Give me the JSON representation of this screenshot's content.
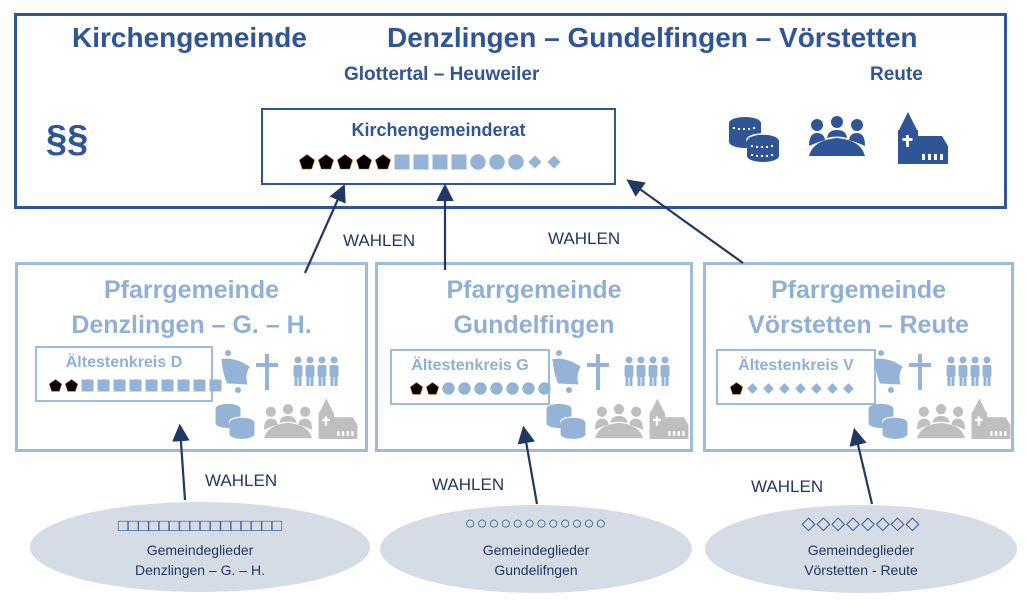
{
  "header": {
    "title_left": "Kirchengemeinde",
    "title_right": "Denzlingen – Gundelfingen – Vörstetten",
    "subtitle_left": "Glottertal – Heuweiler",
    "subtitle_right": "Reute",
    "paragraph_symbol": "§§",
    "icons": [
      "coins-icon",
      "meeting-icon",
      "church-icon"
    ]
  },
  "council": {
    "title": "Kirchengemeinderat",
    "members": [
      {
        "shape": "pentagon",
        "count": 5,
        "color": "#000000"
      },
      {
        "shape": "square",
        "count": 4,
        "color": "#95b3d7"
      },
      {
        "shape": "circle",
        "count": 3,
        "color": "#95b3d7"
      },
      {
        "shape": "diamond",
        "count": 2,
        "color": "#95b3d7"
      }
    ]
  },
  "elect_label": "WAHLEN",
  "parishes": [
    {
      "title_line1": "Pfarrgemeinde",
      "title_line2": "Denzlingen – G. – H.",
      "elders_title": "Ältestenkreis D",
      "elders": [
        {
          "shape": "pentagon",
          "count": 2,
          "color": "#000000"
        },
        {
          "shape": "square",
          "count": 9,
          "color": "#95b3d7"
        }
      ],
      "members_symbols": "□□□□□□□□□□□□□□□□",
      "members_line1": "Gemeindeglieder",
      "members_line2": "Denzlingen – G. – H.",
      "wahlen_label": "WAHLEN"
    },
    {
      "title_line1": "Pfarrgemeinde",
      "title_line2": "Gundelfingen",
      "elders_title": "Ältestenkreis G",
      "elders": [
        {
          "shape": "pentagon",
          "count": 2,
          "color": "#000000"
        },
        {
          "shape": "circle",
          "count": 7,
          "color": "#95b3d7"
        }
      ],
      "members_symbols": "○○○○○○○○○○○○",
      "members_line1": "Gemeindeglieder",
      "members_line2": "Gundelifngen",
      "wahlen_label": "WAHLEN"
    },
    {
      "title_line1": "Pfarrgemeinde",
      "title_line2": "Vörstetten – Reute",
      "elders_title": "Ältestenkreis V",
      "elders": [
        {
          "shape": "pentagon",
          "count": 1,
          "color": "#000000"
        },
        {
          "shape": "diamond",
          "count": 7,
          "color": "#95b3d7"
        }
      ],
      "members_symbols": "◇◇◇◇◇◇◇◇",
      "members_line1": "Gemeindeglieder",
      "members_line2": "Vörstetten - Reute",
      "wahlen_label": "WAHLEN"
    }
  ],
  "colors": {
    "primary": "#2f5597",
    "light": "#95b3d7",
    "gray": "#bfbfbf",
    "arrow": "#1f3864",
    "ellipse": "#d6dce6"
  }
}
